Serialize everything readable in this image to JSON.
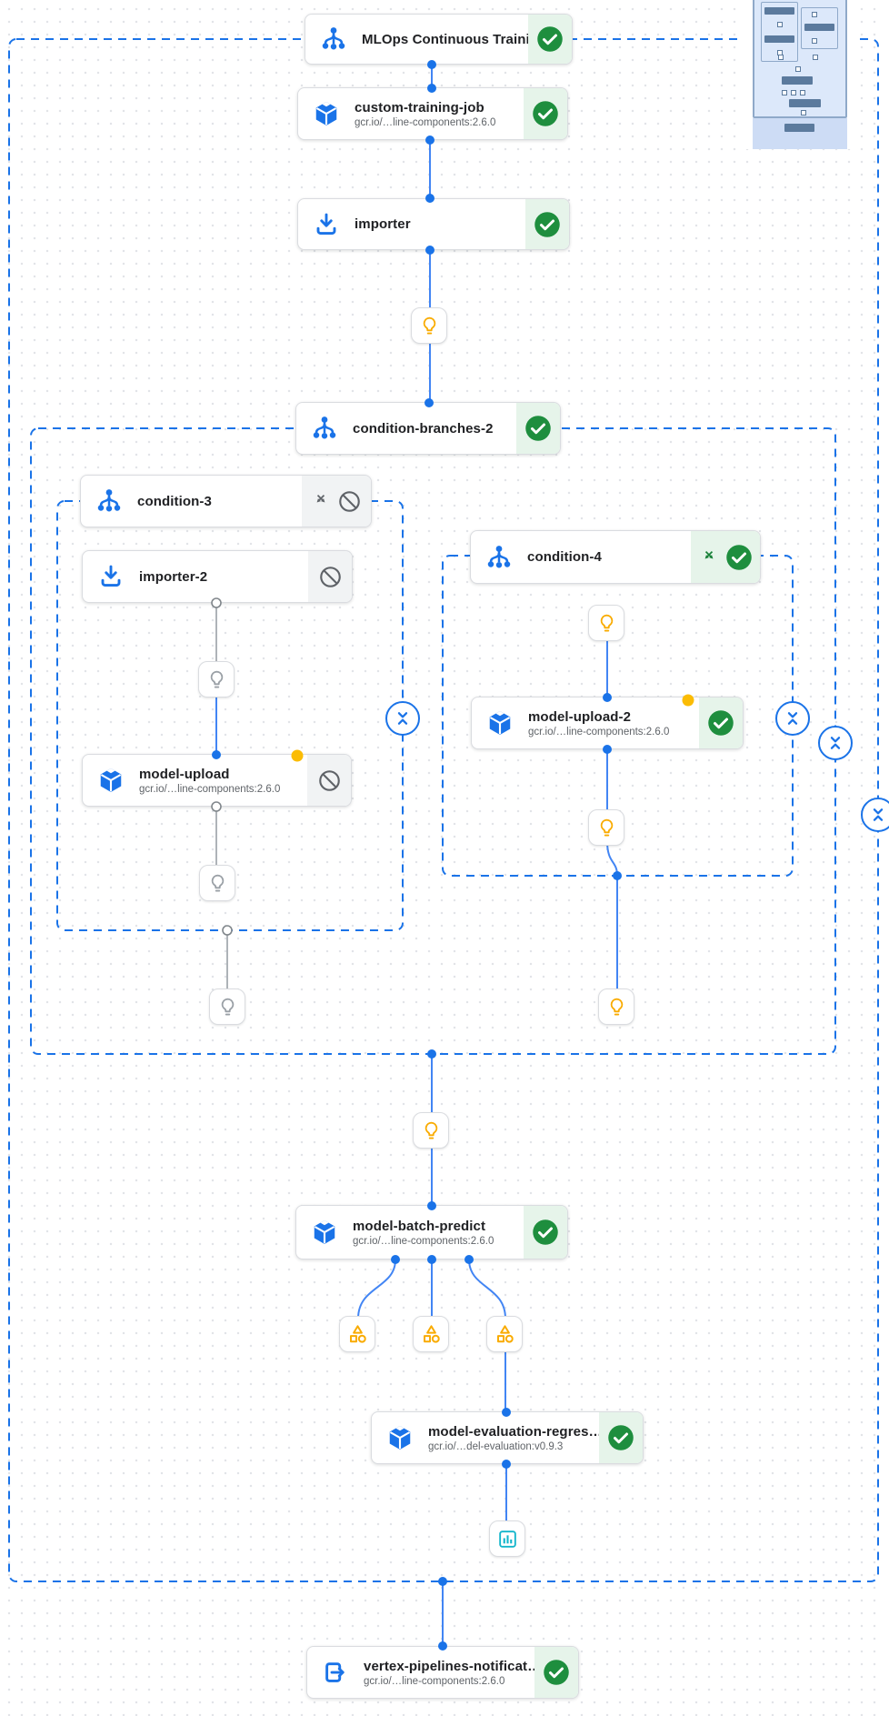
{
  "app": "vertex-pipeline-dag",
  "colors": {
    "accent_blue": "#1a73e8",
    "connector_blue": "#4285f4",
    "success_green": "#1e8e3e",
    "success_bg": "#e6f4ea",
    "skipped_bg": "#f1f3f4",
    "warning_yellow": "#f9ab00",
    "badge_yellow": "#fbbc04",
    "artifact_teal": "#12b5cb",
    "gray_line": "#9aa0a6"
  },
  "nodes": [
    {
      "id": "mlops-root",
      "title": "MLOps Continuous Traini…",
      "subtitle": "",
      "icon": "branch-icon",
      "status": "succeeded"
    },
    {
      "id": "custom-training-job",
      "title": "custom-training-job",
      "subtitle": "gcr.io/…line-components:2.6.0",
      "icon": "cube-icon",
      "status": "succeeded"
    },
    {
      "id": "importer",
      "title": "importer",
      "subtitle": "",
      "icon": "download-icon",
      "status": "succeeded"
    },
    {
      "id": "condition-branches-2",
      "title": "condition-branches-2",
      "subtitle": "",
      "icon": "branch-icon",
      "status": "succeeded"
    },
    {
      "id": "condition-3",
      "title": "condition-3",
      "subtitle": "",
      "icon": "branch-icon",
      "status": "skipped"
    },
    {
      "id": "importer-2",
      "title": "importer-2",
      "subtitle": "",
      "icon": "download-icon",
      "status": "skipped"
    },
    {
      "id": "model-upload",
      "title": "model-upload",
      "subtitle": "gcr.io/…line-components:2.6.0",
      "icon": "cube-icon",
      "status": "skipped",
      "badge": "yellow-dot"
    },
    {
      "id": "condition-4",
      "title": "condition-4",
      "subtitle": "",
      "icon": "branch-icon",
      "status": "succeeded",
      "branch_taken": true
    },
    {
      "id": "model-upload-2",
      "title": "model-upload-2",
      "subtitle": "gcr.io/…line-components:2.6.0",
      "icon": "cube-icon",
      "status": "succeeded",
      "badge": "yellow-dot"
    },
    {
      "id": "model-batch-predict",
      "title": "model-batch-predict",
      "subtitle": "gcr.io/…line-components:2.6.0",
      "icon": "cube-icon",
      "status": "succeeded"
    },
    {
      "id": "model-evaluation",
      "title": "model-evaluation-regres…",
      "subtitle": "gcr.io/…del-evaluation:v0.9.3",
      "icon": "cube-icon",
      "status": "succeeded"
    },
    {
      "id": "vertex-pipelines-notification",
      "title": "vertex-pipelines-notificat…",
      "subtitle": "gcr.io/…line-components:2.6.0",
      "icon": "exit-icon",
      "status": "succeeded"
    }
  ],
  "artifacts": [
    {
      "id": "param-1",
      "icon": "lightbulb-icon",
      "state": "executed"
    },
    {
      "id": "param-2",
      "icon": "lightbulb-icon",
      "state": "skipped"
    },
    {
      "id": "param-3",
      "icon": "lightbulb-icon",
      "state": "skipped"
    },
    {
      "id": "param-4",
      "icon": "lightbulb-icon",
      "state": "skipped"
    },
    {
      "id": "param-5",
      "icon": "lightbulb-icon",
      "state": "executed"
    },
    {
      "id": "param-6",
      "icon": "lightbulb-icon",
      "state": "executed"
    },
    {
      "id": "param-7",
      "icon": "lightbulb-icon",
      "state": "executed"
    },
    {
      "id": "param-8",
      "icon": "lightbulb-icon",
      "state": "executed"
    },
    {
      "id": "metrics-1",
      "icon": "category-icon",
      "state": "executed"
    },
    {
      "id": "metrics-2",
      "icon": "category-icon",
      "state": "executed"
    },
    {
      "id": "metrics-3",
      "icon": "category-icon",
      "state": "executed"
    },
    {
      "id": "eval-chart",
      "icon": "bar-chart-icon",
      "state": "executed"
    }
  ],
  "controls": {
    "collapse_buttons": 4,
    "collapse_icon": "unfold-less-icon"
  },
  "groups": [
    "outer-condition",
    "condition-branches-2",
    "condition-3",
    "condition-4"
  ]
}
